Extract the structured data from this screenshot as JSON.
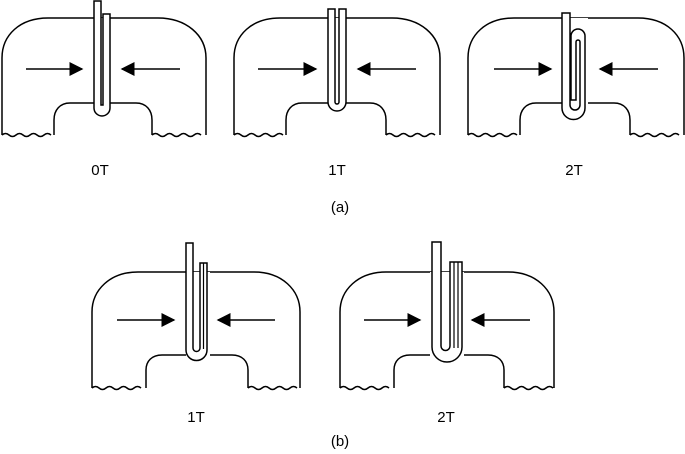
{
  "row_a": {
    "caption": "(a)",
    "panels": [
      {
        "label": "0T",
        "strip_layers": 2
      },
      {
        "label": "1T",
        "strip_layers": 2
      },
      {
        "label": "2T",
        "strip_layers": 3
      }
    ]
  },
  "row_b": {
    "caption": "(b)",
    "panels": [
      {
        "label": "1T",
        "strip_layers": 3
      },
      {
        "label": "2T",
        "strip_layers": 4
      }
    ]
  }
}
